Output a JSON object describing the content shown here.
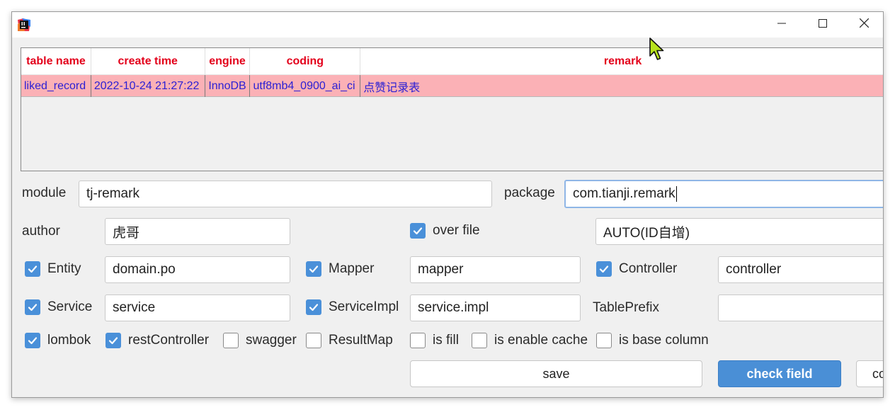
{
  "colors": {
    "header_text": "#e3001b",
    "row_background": "#fbb1b6",
    "row_text": "#2a1fd4",
    "checkbox_on": "#4a90d9",
    "primary_button": "#4a8fd6"
  },
  "icons": {
    "app": "intellij-idea-icon",
    "minimize": "minimize-icon",
    "maximize": "maximize-icon",
    "close": "close-icon",
    "check": "checkmark-icon",
    "cursor": "mouse-pointer-icon"
  },
  "table": {
    "columns": [
      "table name",
      "create time",
      "engine",
      "coding",
      "remark"
    ],
    "rows": [
      {
        "table_name": "liked_record",
        "create_time": "2022-10-24 21:27:22",
        "engine": "InnoDB",
        "coding": "utf8mb4_0900_ai_ci",
        "remark": "点赞记录表"
      }
    ]
  },
  "form": {
    "module_label": "module",
    "module_value": "tj-remark",
    "package_label": "package",
    "package_value": "com.tianji.remark",
    "author_label": "author",
    "author_value": "虎哥",
    "over_file": {
      "label": "over file",
      "checked": true
    },
    "id_type": "AUTO(ID自增)",
    "entity": {
      "label": "Entity",
      "checked": true,
      "value": "domain.po"
    },
    "mapper": {
      "label": "Mapper",
      "checked": true,
      "value": "mapper"
    },
    "controller": {
      "label": "Controller",
      "checked": true,
      "value": "controller"
    },
    "service": {
      "label": "Service",
      "checked": true,
      "value": "service"
    },
    "service_impl": {
      "label": "ServiceImpl",
      "checked": true,
      "value": "service.impl"
    },
    "table_prefix_label": "TablePrefix",
    "table_prefix_value": "",
    "options": [
      {
        "label": "lombok",
        "checked": true
      },
      {
        "label": "restController",
        "checked": true
      },
      {
        "label": "swagger",
        "checked": false
      },
      {
        "label": "ResultMap",
        "checked": false
      },
      {
        "label": "is fill",
        "checked": false
      },
      {
        "label": "is enable cache",
        "checked": false
      },
      {
        "label": "is base column",
        "checked": false
      }
    ]
  },
  "buttons": {
    "save": "save",
    "check_field": "check field",
    "third_partial": "co"
  }
}
